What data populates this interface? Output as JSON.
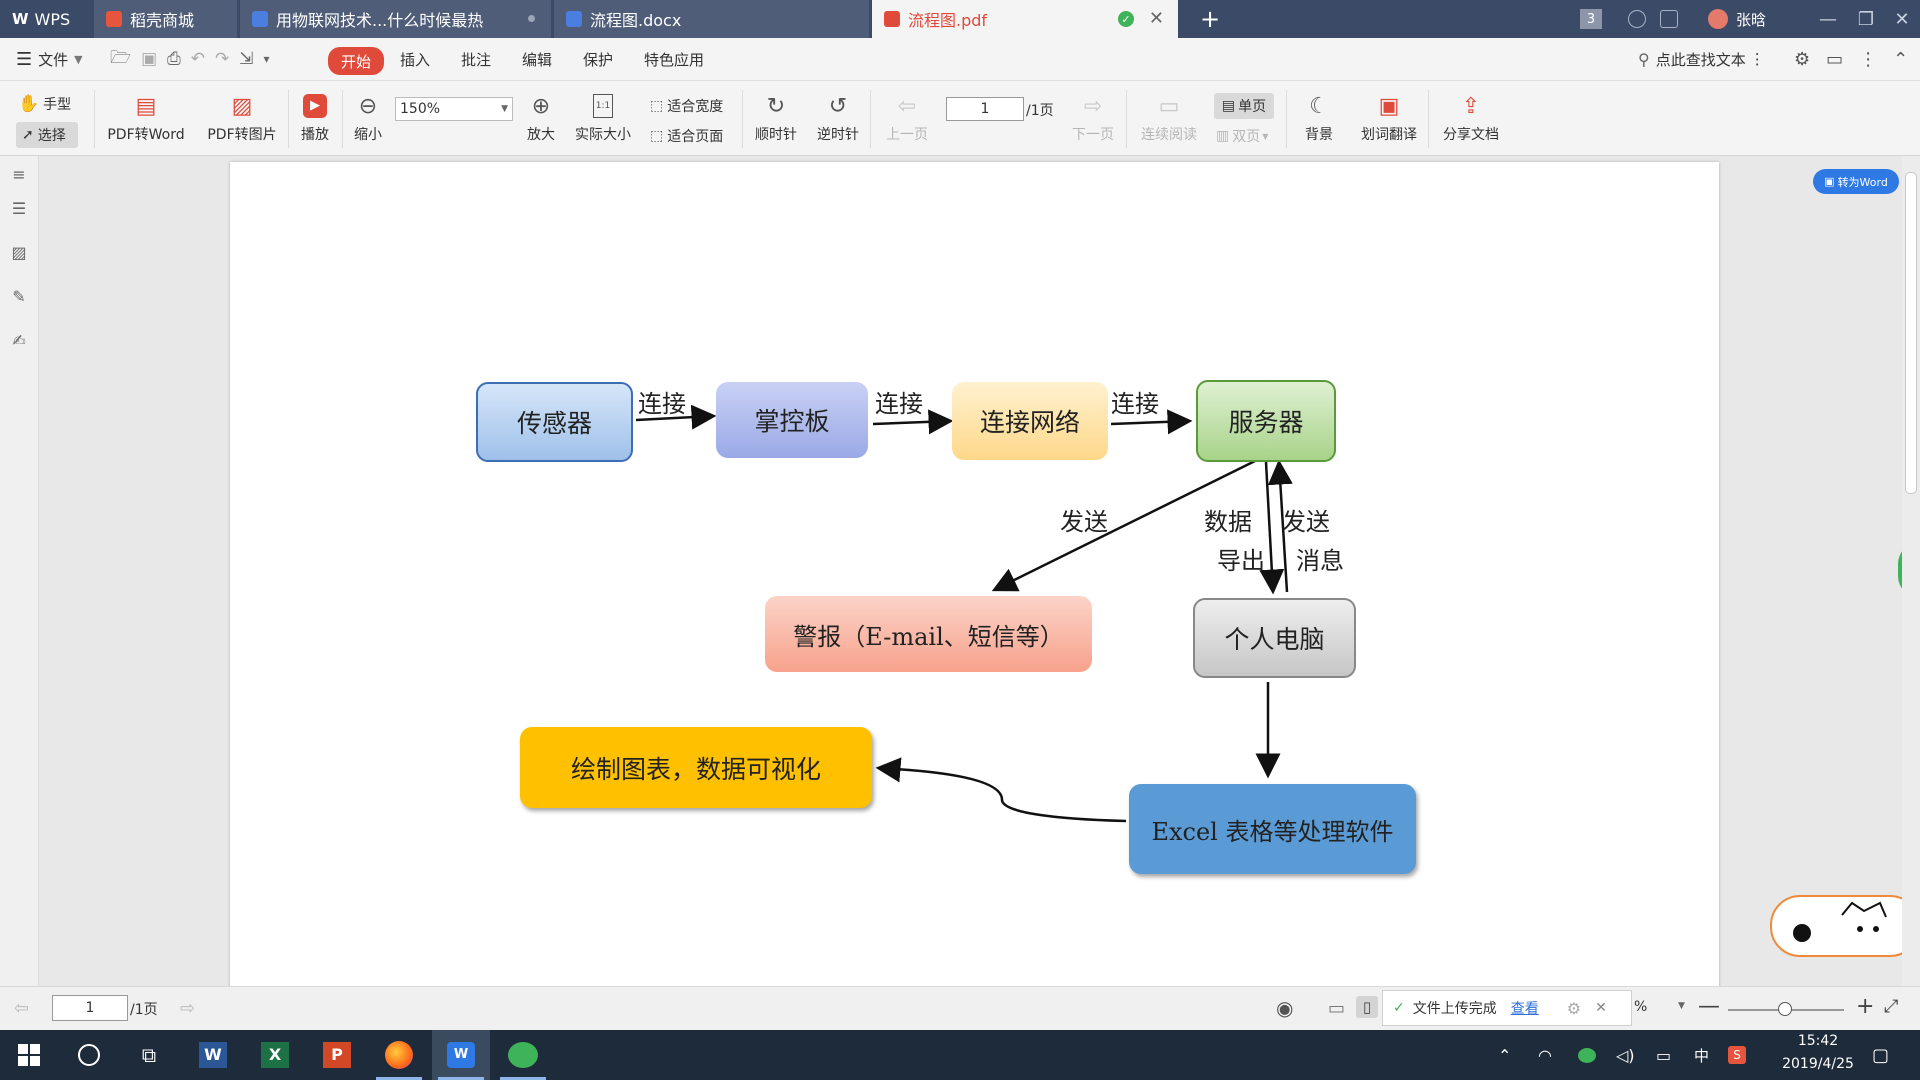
{
  "tabs": [
    {
      "label": "WPS"
    },
    {
      "label": "稻壳商城"
    },
    {
      "label": "用物联网技术...什么时候最热"
    },
    {
      "label": "流程图.docx"
    },
    {
      "label": "流程图.pdf"
    }
  ],
  "titlebar": {
    "window_count": "3",
    "user_name": "张晗"
  },
  "menu": {
    "file": "文件",
    "items": [
      "开始",
      "插入",
      "批注",
      "编辑",
      "保护",
      "特色应用"
    ],
    "search_label": "点此查找文本"
  },
  "toolbar": {
    "hand": "手型",
    "select": "选择",
    "pdf_to_word": "PDF转Word",
    "pdf_to_image": "PDF转图片",
    "play": "播放",
    "zoom_out": "缩小",
    "zoom_value": "150%",
    "zoom_in": "放大",
    "actual_size": "实际大小",
    "fit_width": "适合宽度",
    "fit_page": "适合页面",
    "rotate_cw": "顺时针",
    "rotate_ccw": "逆时针",
    "prev_page": "上一页",
    "page_value": "1",
    "page_total": "/1页",
    "next_page": "下一页",
    "continuous": "连续阅读",
    "single": "单页",
    "double": "双页",
    "background": "背景",
    "translate": "划词翻译",
    "share": "分享文档"
  },
  "float_badge": "转为Word",
  "diagram": {
    "nodes": {
      "sensor": "传感器",
      "board": "掌控板",
      "network": "连接网络",
      "server": "服务器",
      "alarm": "警报（E-mail、短信等）",
      "pc": "个人电脑",
      "chart": "绘制图表，数据可视化",
      "excel": "Excel 表格等处理软件"
    },
    "labels": {
      "connect1": "连接",
      "connect2": "连接",
      "connect3": "连接",
      "send1": "发送",
      "data": "数据",
      "export": "导出",
      "send2": "发送",
      "message": "消息"
    },
    "colors": {
      "sensor": "#b8d2f2",
      "board": "#b3bfee",
      "network": "#fde3a7",
      "server": "#c0dfab",
      "alarm": "#f9b8a8",
      "pc": "#dcdcdc",
      "chart": "#ffc000",
      "excel": "#5b9bd5"
    }
  },
  "statusbar": {
    "page_value": "1",
    "page_total": "/1页",
    "upload_text": "文件上传完成",
    "view_link": "查看",
    "zoom_percent": "%"
  },
  "taskbar": {
    "time": "15:42",
    "date": "2019/4/25",
    "ime": "中"
  }
}
